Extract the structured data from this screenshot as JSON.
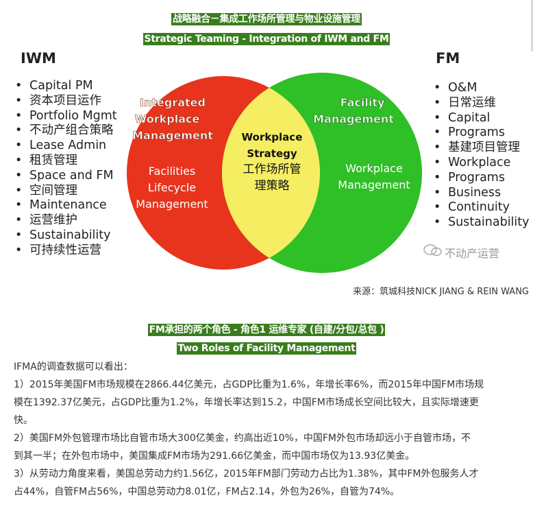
{
  "header": {
    "title_cn": "战略融合－集成工作场所管理与物业设施管理",
    "title_en": "Strategic Teaming - Integration of IWM and FM"
  },
  "iwm": {
    "title": "IWM",
    "items": [
      "Capital PM",
      "资本项目运作",
      "Portfolio Mgmt",
      "不动产组合策略",
      "Lease Admin",
      "租赁管理",
      "Space and FM",
      "空间管理",
      "Maintenance",
      "运营维护",
      "Sustainability",
      "可持续性运营"
    ]
  },
  "fm": {
    "title": "FM",
    "items": [
      "O&M",
      "日常运维",
      "Capital",
      "Programs",
      "基建项目管理",
      "Workplace",
      "Programs",
      "Business",
      "Continuity",
      "Sustainability"
    ]
  },
  "venn": {
    "left": {
      "heading_line1": "Integrated",
      "heading_line2": "Workplace",
      "heading_line3": "Management",
      "sub_line1": "Facilities",
      "sub_line2": "Lifecycle",
      "sub_line3": "Management",
      "color": "#e8341c"
    },
    "right": {
      "heading_line1": "Facility",
      "heading_line2": "Management",
      "sub_line1": "Workplace",
      "sub_line2": "Management",
      "color": "#2fbf26"
    },
    "center": {
      "line1": "Workplace",
      "line2": "Strategy",
      "line3": "工作场所管",
      "line4": "理策略",
      "color": "#f5ee63"
    }
  },
  "watermark": {
    "icon": "wechat-icon",
    "text": "不动产运营"
  },
  "source": "来源：筑城科技NICK JIANG & REIN WANG",
  "section2": {
    "title_cn": "FM承担的两个角色 - 角色1 运维专家 (自建/分包/总包 )",
    "title_en": "Two Roles of Facility Management"
  },
  "paragraphs": {
    "intro": "IFMA的调查数据可以看出：",
    "p1_line1": "1）2015年美国FM市场规模在2866.44亿美元，占GDP比重为1.6%，年增长率6%，而2015年中国FM市场规",
    "p1_line2": "模在1392.37亿美元，占GDP比重为1.2%，年增长率达到15.2，中国FM市场成长空间比较大，且实际增速更",
    "p1_line3": "快。",
    "p2_line1": "2）美国FM外包管理市场比自管市场大300亿美金，约高出近10%，中国FM外包市场却远小于自管市场，不",
    "p2_line2": "到其一半；在外包市场中，美国集成FM市场为291.66亿美金，而中国市场仅为13.93亿美金。",
    "p3_line1": "3）从劳动力角度来看，美国总劳动力约1.56亿，2015年FM部门劳动力占比为1.38%，其中FM外包服务人才",
    "p3_line2": "占44%，自管FM占56%，中国总劳动力8.01亿，FM占2.14，外包为26%，自管为74%。"
  }
}
